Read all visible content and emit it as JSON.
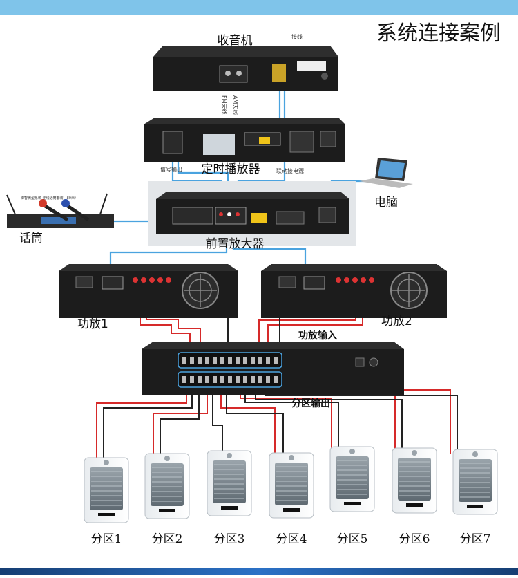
{
  "title": "系统连接案例",
  "colors": {
    "top_band": "#7fc4ea",
    "bottom_band": "#1e5fae",
    "wire_blue": "#4aa3df",
    "wire_red": "#d62a2a",
    "wire_black": "#222222",
    "device_body": "#1c1c1c"
  },
  "devices": {
    "radio": "收音机",
    "timer_player": "定时播放器",
    "computer": "电脑",
    "microphone": "话筒",
    "preamp": "前置放大器",
    "amp1": "功放1",
    "amp2": "功放2",
    "amp_input": "功放输入",
    "zone_output": "分区输出"
  },
  "small_labels": {
    "radio_side": "接线",
    "fm_antenna": "FM天线",
    "am_antenna": "AM天线",
    "signal_out": "信号输出",
    "power_link": "联动接电源",
    "mic_system": "博智微型系统 无线话筒套装（80米）"
  },
  "zones": [
    "分区1",
    "分区2",
    "分区3",
    "分区4",
    "分区5",
    "分区6",
    "分区7"
  ]
}
